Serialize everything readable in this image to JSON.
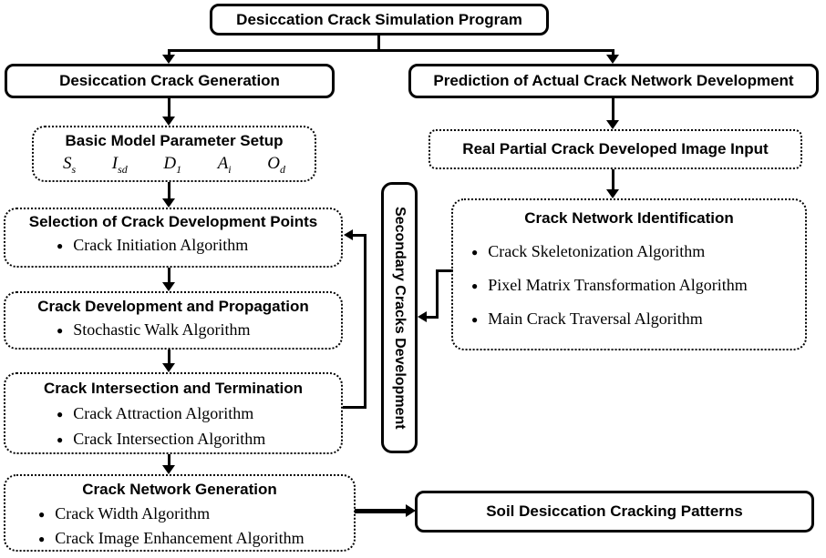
{
  "colors": {
    "ink": "#000000",
    "background": "#ffffff"
  },
  "glyphs": {
    "bullet": "●"
  },
  "root": {
    "title": "Desiccation Crack Simulation Program"
  },
  "branch_left": {
    "title": "Desiccation Crack Generation"
  },
  "branch_right": {
    "title": "Prediction of Actual Crack Network Development"
  },
  "param_setup": {
    "title": "Basic Model Parameter Setup",
    "params": [
      {
        "base": "S",
        "sub": "s"
      },
      {
        "base": "I",
        "sub": "sd"
      },
      {
        "base": "D",
        "sub": "1"
      },
      {
        "base": "A",
        "sub": "i"
      },
      {
        "base": "O",
        "sub": "d"
      }
    ]
  },
  "selection": {
    "title": "Selection of Crack Development Points",
    "bullets": [
      "Crack Initiation Algorithm"
    ]
  },
  "development": {
    "title": "Crack Development and Propagation",
    "bullets": [
      "Stochastic Walk Algorithm"
    ]
  },
  "intersection": {
    "title": "Crack Intersection and Termination",
    "bullets": [
      "Crack Attraction Algorithm",
      "Crack Intersection Algorithm"
    ]
  },
  "generation": {
    "title": "Crack Network Generation",
    "bullets": [
      "Crack Width Algorithm",
      "Crack Image Enhancement Algorithm"
    ]
  },
  "image_input": {
    "title": "Real Partial Crack Developed Image Input"
  },
  "identification": {
    "title": "Crack Network Identification",
    "bullets": [
      "Crack Skeletonization Algorithm",
      "Pixel Matrix Transformation Algorithm",
      "Main Crack Traversal Algorithm"
    ]
  },
  "secondary": {
    "title": "Secondary Cracks Development"
  },
  "output": {
    "title": "Soil Desiccation Cracking Patterns"
  }
}
